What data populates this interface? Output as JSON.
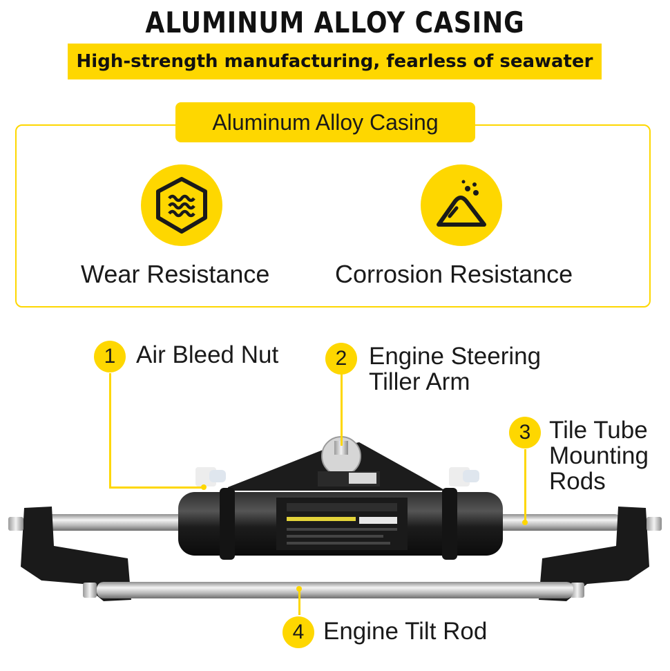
{
  "header": {
    "title": "ALUMINUM ALLOY CASING",
    "subtitle": "High-strength manufacturing, fearless of seawater"
  },
  "features_panel": {
    "label": "Aluminum Alloy Casing",
    "features": [
      {
        "icon": "shield-waves-icon",
        "label": "Wear Resistance"
      },
      {
        "icon": "sand-pile-icon",
        "label": "Corrosion Resistance"
      }
    ]
  },
  "callouts": [
    {
      "number": "1",
      "lines": [
        "Air Bleed Nut"
      ]
    },
    {
      "number": "2",
      "lines": [
        "Engine Steering",
        "Tiller Arm"
      ]
    },
    {
      "number": "3",
      "lines": [
        "Tile Tube",
        "Mounting",
        "Rods"
      ]
    },
    {
      "number": "4",
      "lines": [
        "Engine Tilt Rod"
      ]
    }
  ],
  "colors": {
    "accent_yellow": "#fed700",
    "cylinder_black": "#1c1c1c",
    "rod_silver": "#c8c8c8"
  }
}
